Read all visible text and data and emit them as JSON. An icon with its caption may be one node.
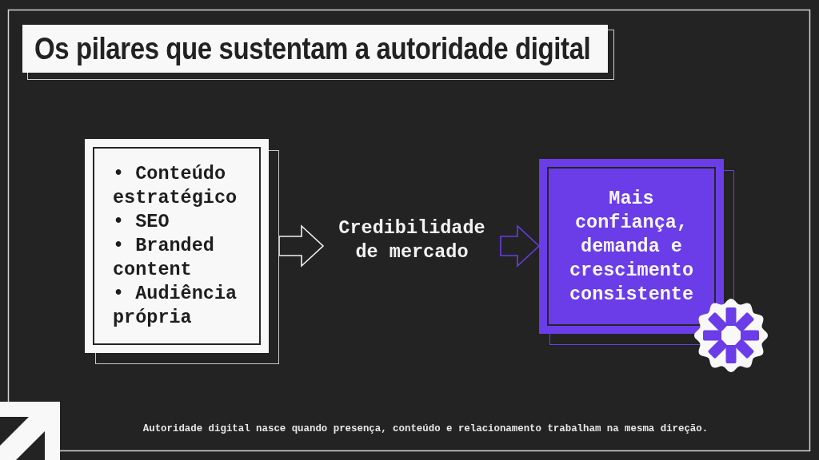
{
  "diagram": {
    "title": "Os pilares que sustentam a autoridade digital",
    "caption": "Autoridade digital nasce quando presença, conteúdo e relacionamento trabalham na mesma direção.",
    "nodes": [
      {
        "text": [
          "• Conteúdo estratégico",
          "• SEO",
          "• Branded content",
          "• Audiência própria"
        ]
      },
      {
        "text": [
          "Credibilidade de mercado"
        ]
      },
      {
        "text": [
          "Mais confiança, demanda e crescimento consistente"
        ]
      }
    ],
    "edges": [
      {
        "from": 0,
        "to": 1,
        "arrow": "to"
      },
      {
        "from": 1,
        "to": 2,
        "arrow": "to",
        "color": "#6a3de8"
      }
    ]
  }
}
